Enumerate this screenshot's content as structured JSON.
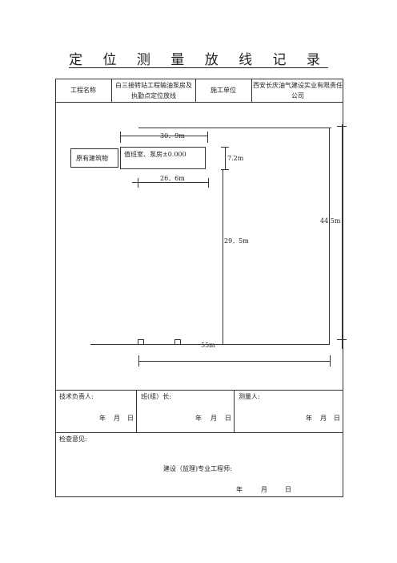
{
  "title": "定 位 测 量 放 线 记 录",
  "header": {
    "project_label": "工程名称",
    "project_value": "白三接转站工程输油泵房及执勤点定位放线",
    "contractor_label": "施工单位",
    "contractor_value": "西安长庆油气建设实业有限责任公司"
  },
  "diagram": {
    "dim_top": "30．9m",
    "existing_building": "原有建筑物",
    "duty_room": "值班室、泵房±0.000",
    "dim_7_2": "7.2m",
    "dim_26_6": "26．6m",
    "dim_44_5": "44.5m",
    "dim_29_5": "29．5m",
    "dim_55": "55m"
  },
  "signatures": {
    "tech_lead": "技术负责人:",
    "team_lead": "班(组）长:",
    "surveyor": "测量人:",
    "date_parts": [
      "年",
      "月",
      "日"
    ]
  },
  "inspection": {
    "label": "检查意见:",
    "engineer": "建设（监理)专业工程师:",
    "date_parts": [
      "年",
      "月",
      "日"
    ]
  }
}
